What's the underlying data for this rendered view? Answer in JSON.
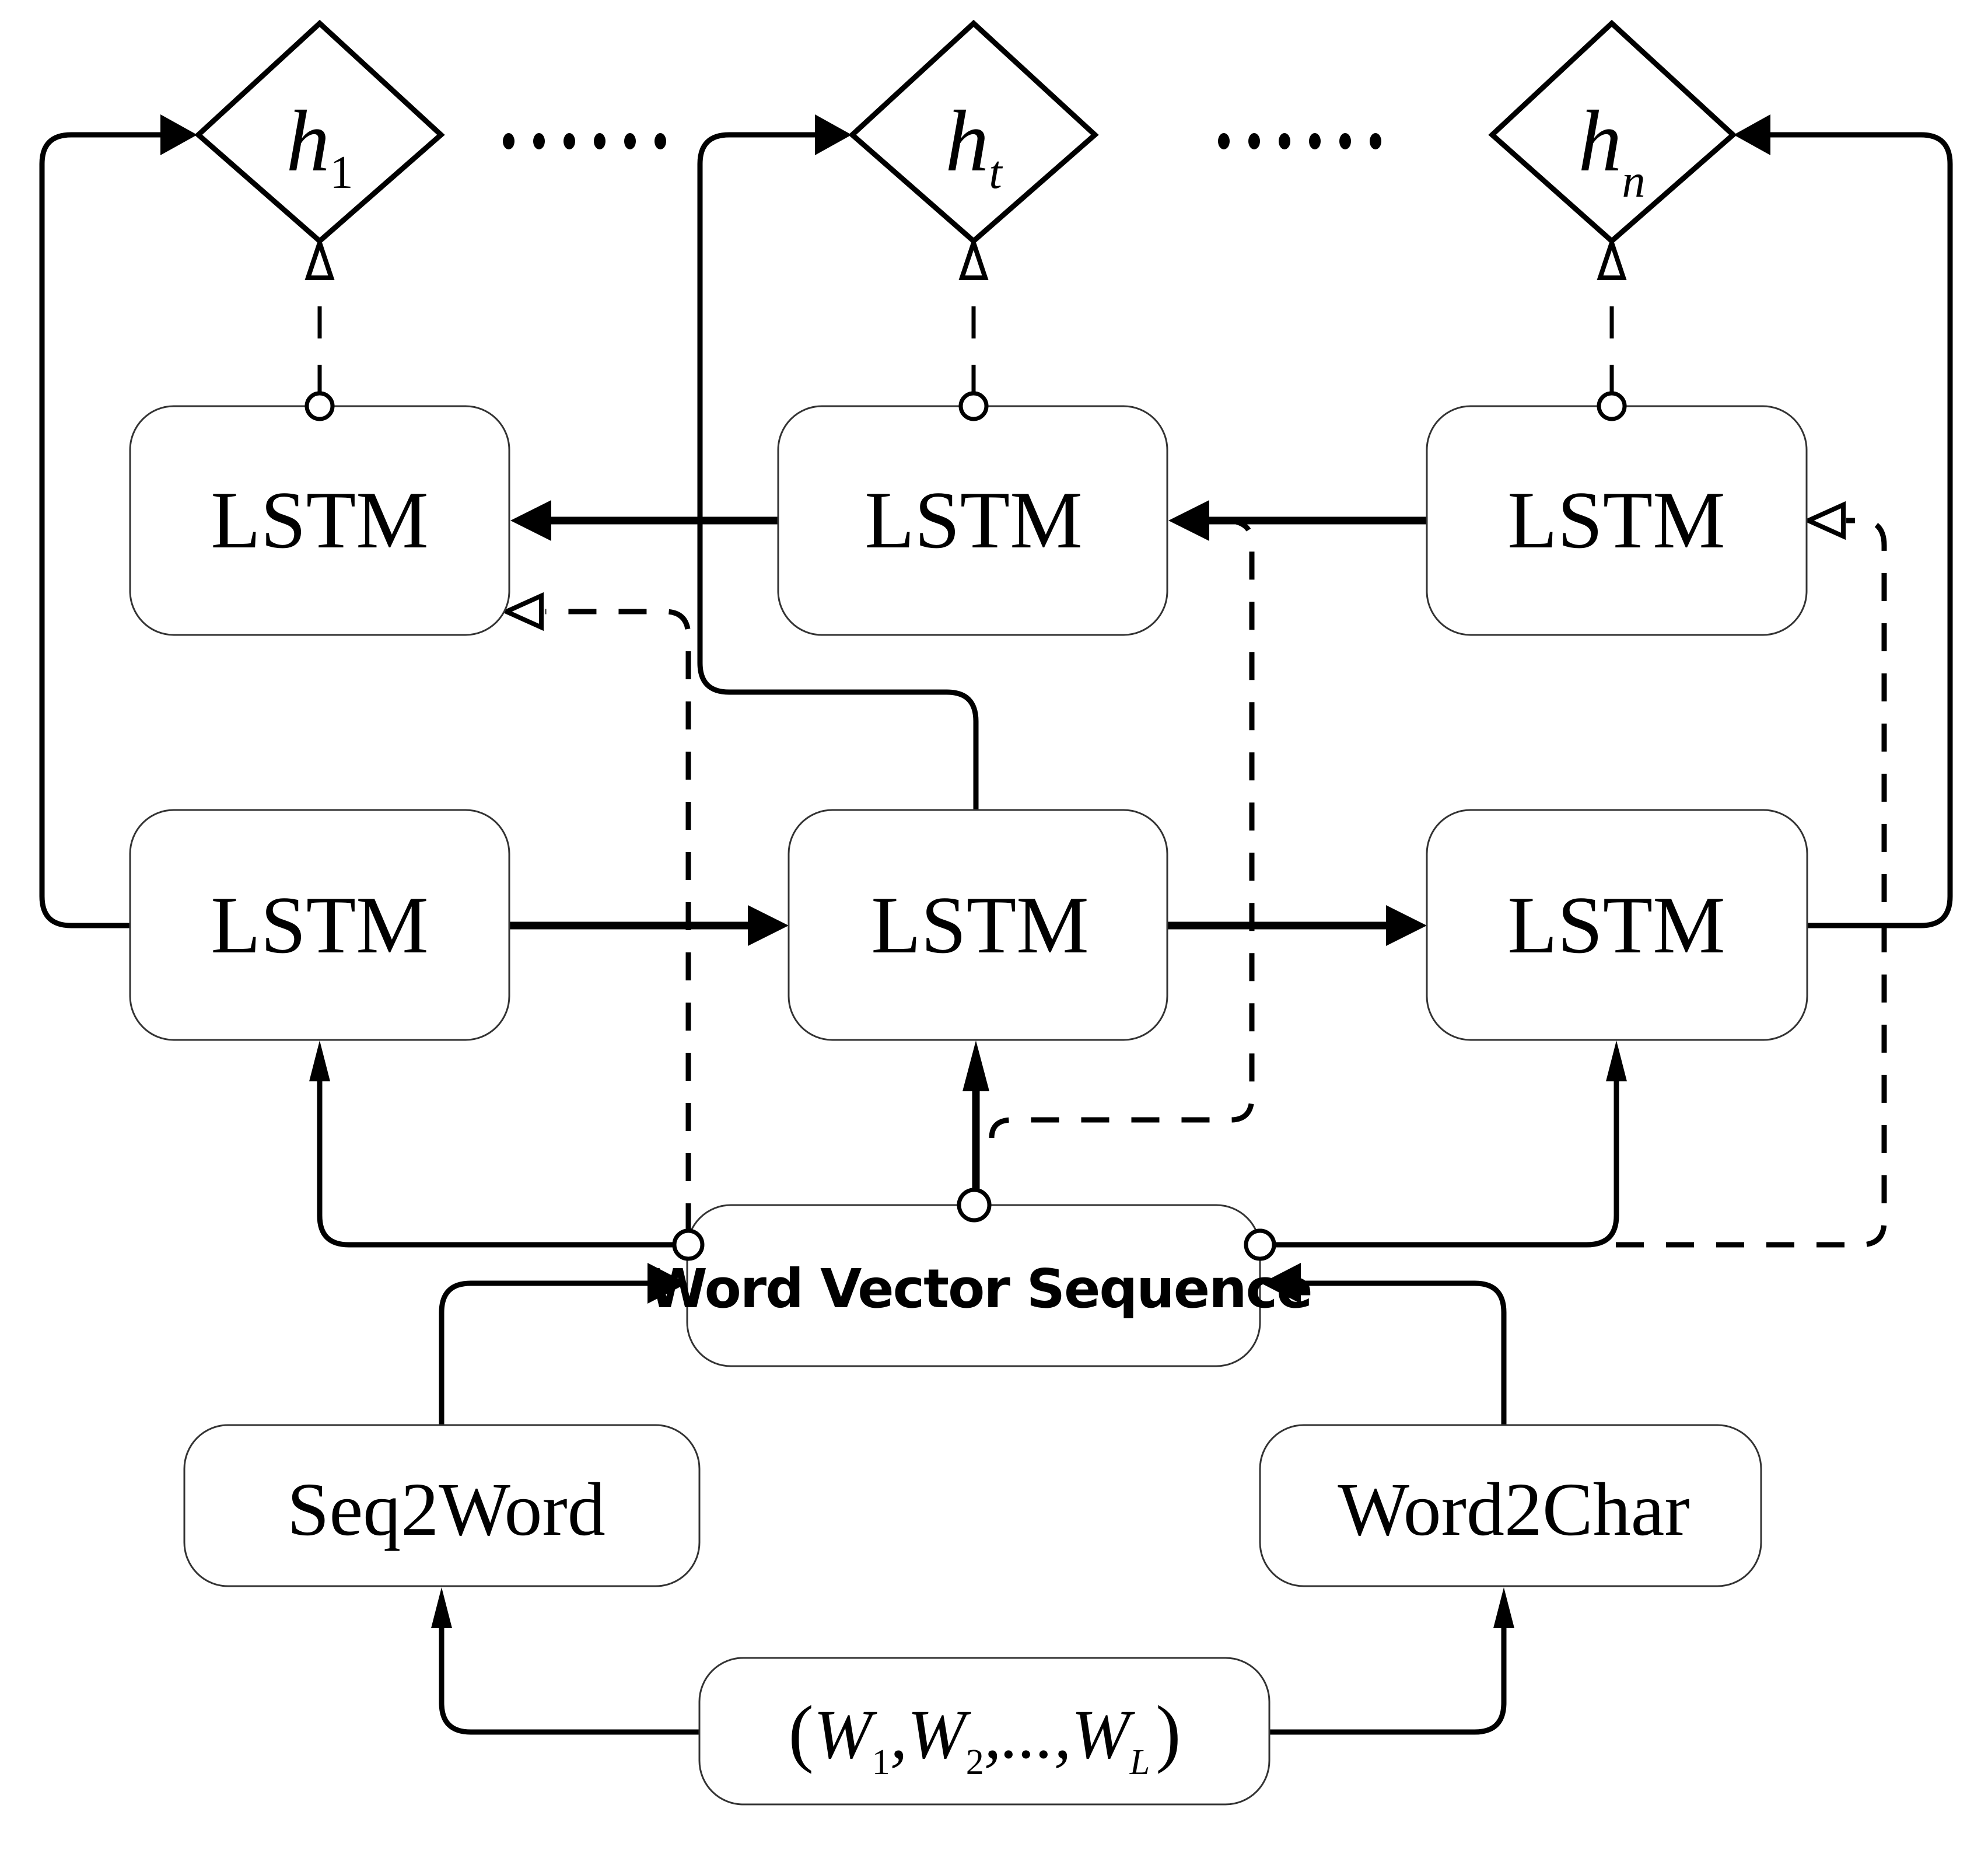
{
  "diagram": {
    "title": "Bidirectional LSTM over word vector sequence",
    "outputs": [
      {
        "id": "h1",
        "symbol": "h",
        "subscript": "1"
      },
      {
        "id": "ht",
        "symbol": "h",
        "subscript": "t"
      },
      {
        "id": "hn",
        "symbol": "h",
        "subscript": "n"
      }
    ],
    "ellipsis": "......",
    "backward_lstm": [
      {
        "id": "lstm-back-1",
        "label": "LSTM"
      },
      {
        "id": "lstm-back-t",
        "label": "LSTM"
      },
      {
        "id": "lstm-back-n",
        "label": "LSTM"
      }
    ],
    "forward_lstm": [
      {
        "id": "lstm-fwd-1",
        "label": "LSTM"
      },
      {
        "id": "lstm-fwd-t",
        "label": "LSTM"
      },
      {
        "id": "lstm-fwd-n",
        "label": "LSTM"
      }
    ],
    "word_vector_sequence": {
      "label": "Word Vector Sequence"
    },
    "seq2word": {
      "label": "Seq2Word"
    },
    "word2char": {
      "label": "Word2Char"
    },
    "input": {
      "open": "(",
      "close": ")",
      "separator": ",",
      "dots": "...",
      "items": [
        {
          "symbol": "W",
          "subscript": "1"
        },
        {
          "symbol": "W",
          "subscript": "2"
        },
        {
          "symbol": "W",
          "subscript": "L"
        }
      ]
    },
    "colors": {
      "stroke": "#000000",
      "box_stroke": "#333333",
      "background": "#ffffff"
    }
  }
}
